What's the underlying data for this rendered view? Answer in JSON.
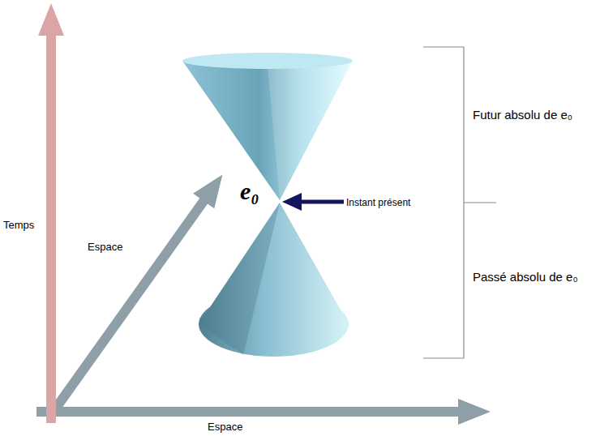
{
  "diagram": {
    "labels": [
      "Temps",
      "Espace",
      "Espace",
      "e₀",
      "Instant présent",
      "Futur absolu de e₀",
      "Passé absolu de e₀"
    ]
  }
}
